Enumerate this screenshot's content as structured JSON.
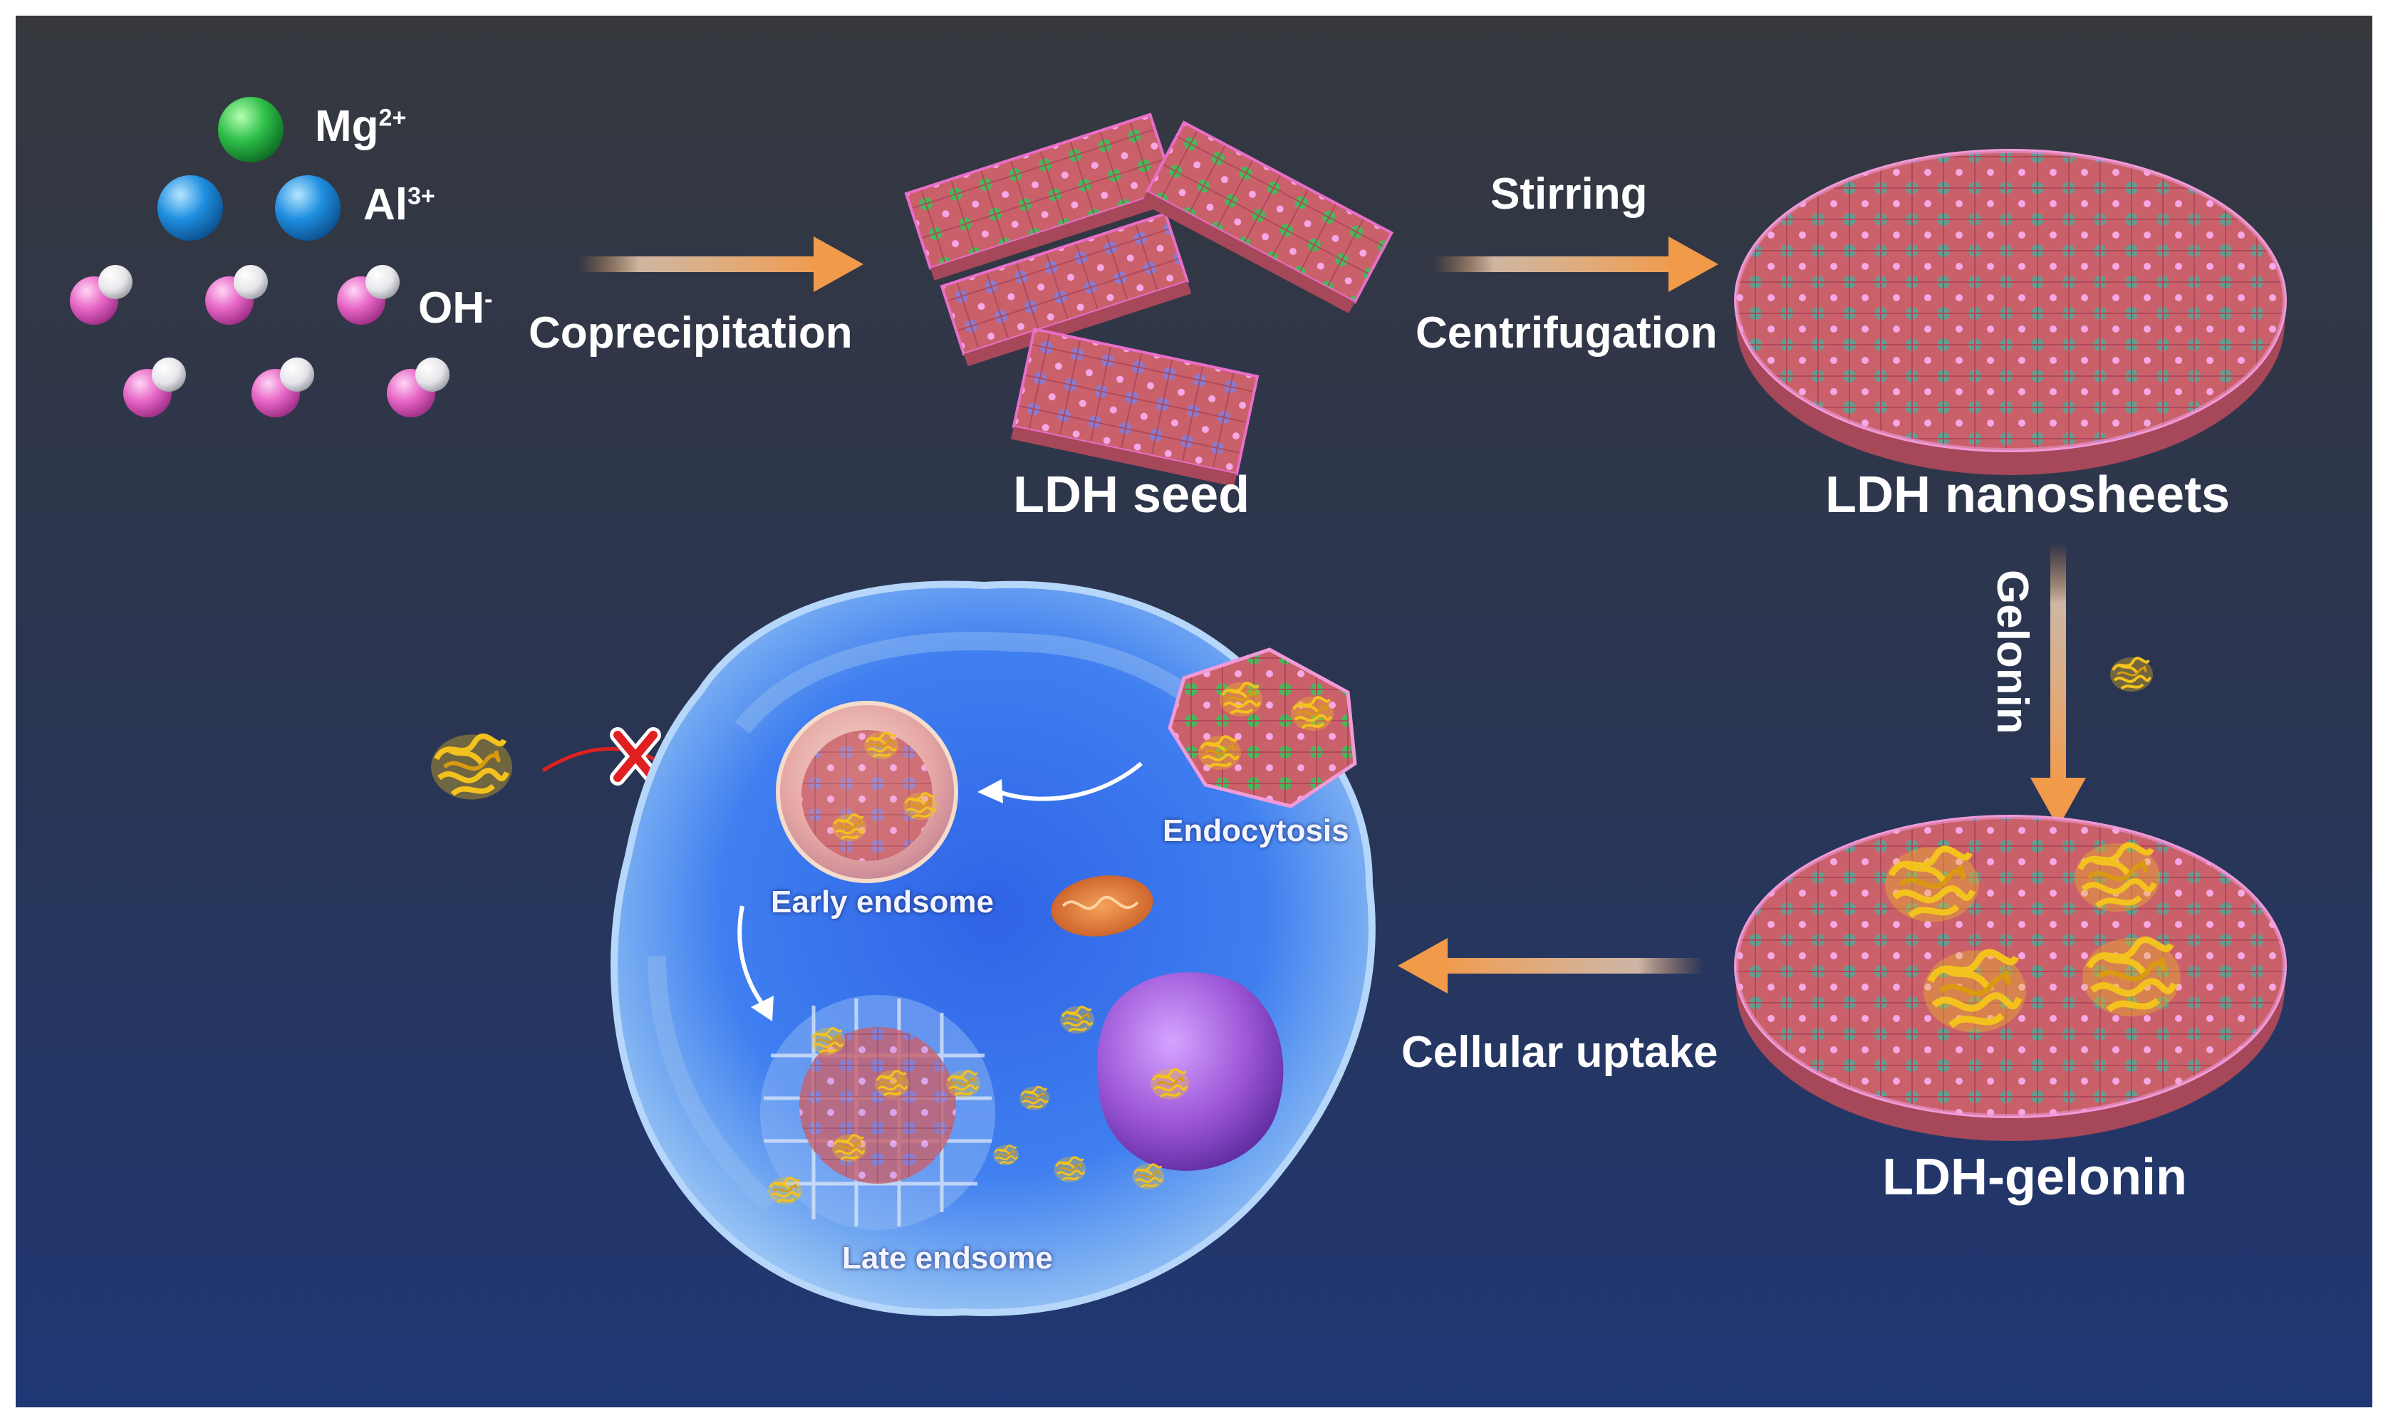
{
  "ions": {
    "mg_base": "Mg",
    "mg_charge": "2+",
    "al_base": "Al",
    "al_charge": "3+",
    "oh_base": "OH",
    "oh_charge": "-"
  },
  "steps": {
    "coprecipitation": "Coprecipitation",
    "stirring": "Stirring",
    "centrifugation": "Centrifugation",
    "gelonin": "Gelonin",
    "cellular_uptake": "Cellular uptake"
  },
  "stages": {
    "ldh_seed": "LDH seed",
    "ldh_nanosheets": "LDH nanosheets",
    "ldh_gelonin": "LDH-gelonin"
  },
  "cell": {
    "endocytosis": "Endocytosis",
    "early_endosome": "Early endsome",
    "late_endosome": "Late endsome"
  },
  "colors": {
    "background_top": "#35373d",
    "background_bottom": "#1f3570",
    "arrow": "#f19a4a",
    "mg": "#2fbf4a",
    "al": "#1f8fe0",
    "oxygen": "#e866c6",
    "hydrogen": "#eeeeee",
    "ldh_sheet": "#c9606a",
    "gelonin": "#f4c21e",
    "cell": "#6fa7ee",
    "nucleus": "#9b55d6",
    "blocked": "#e02020"
  }
}
